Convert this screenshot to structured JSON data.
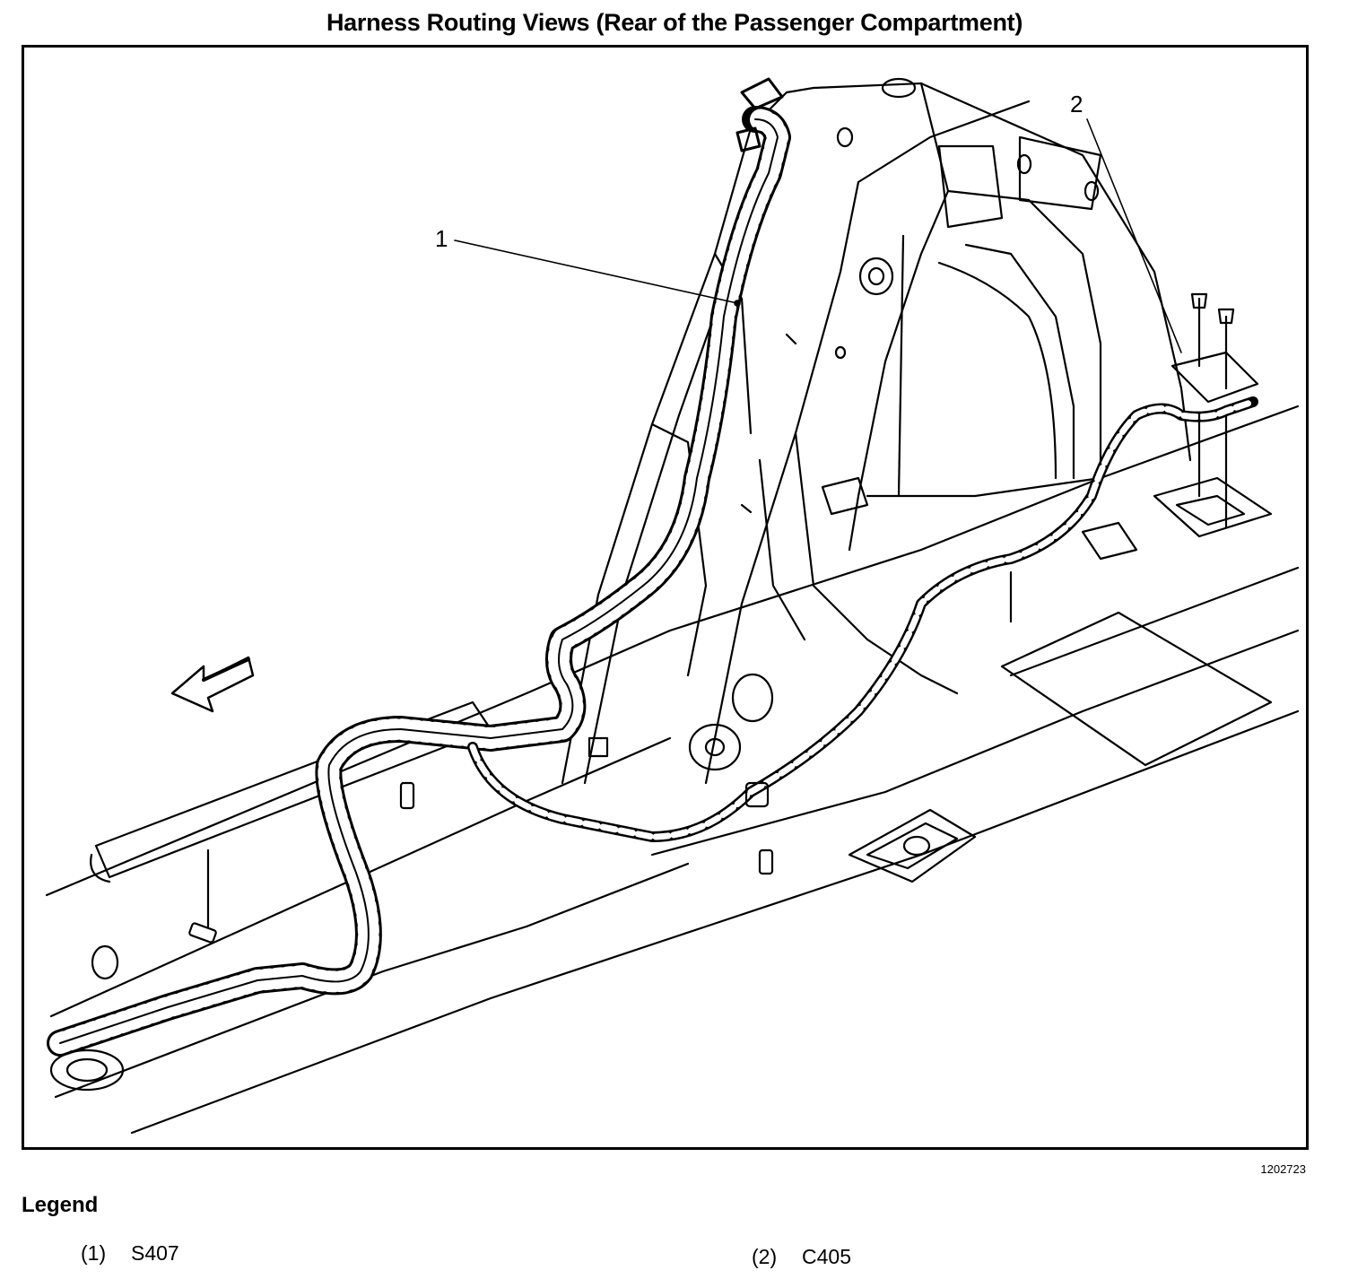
{
  "title": "Harness Routing Views (Rear of the Passenger Compartment)",
  "figure_id": "1202723",
  "callouts": [
    {
      "label": "1"
    },
    {
      "label": "2"
    }
  ],
  "legend": {
    "heading": "Legend",
    "items": [
      {
        "num": "(1)",
        "text": "S407"
      },
      {
        "num": "(2)",
        "text": "C405"
      }
    ]
  }
}
